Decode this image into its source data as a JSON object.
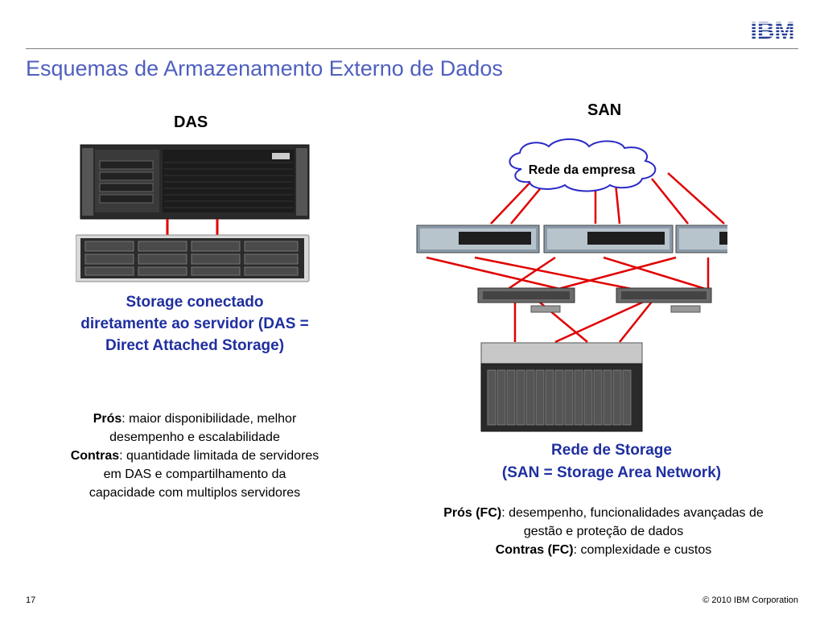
{
  "header": {
    "title": "Esquemas de Armazenamento Externo de Dados",
    "logo": "IBM"
  },
  "das": {
    "heading": "DAS",
    "caption": "Storage conectado diretamente ao servidor (DAS = Direct Attached Storage)",
    "pros_label": "Prós",
    "pros_text": ": maior disponibilidade, melhor desempenho e escalabilidade",
    "cons_label": "Contras",
    "cons_text": ": quantidade limitada de servidores em DAS e compartilhamento da capacidade com multiplos servidores"
  },
  "san": {
    "heading": "SAN",
    "cloud_label": "Rede da empresa",
    "caption_line1": "Rede de Storage",
    "caption_line2": "(SAN = Storage Area Network)",
    "pros_label": "Prós (FC)",
    "pros_text": ": desempenho, funcionalidades avançadas de gestão e proteção de dados",
    "cons_label": "Contras (FC)",
    "cons_text": ": complexidade e custos"
  },
  "footer": {
    "page_number": "17",
    "copyright": "© 2010 IBM Corporation"
  },
  "colors": {
    "title": "#4f5fbf",
    "caption": "#1f2fa0",
    "link_line": "#e00000"
  }
}
